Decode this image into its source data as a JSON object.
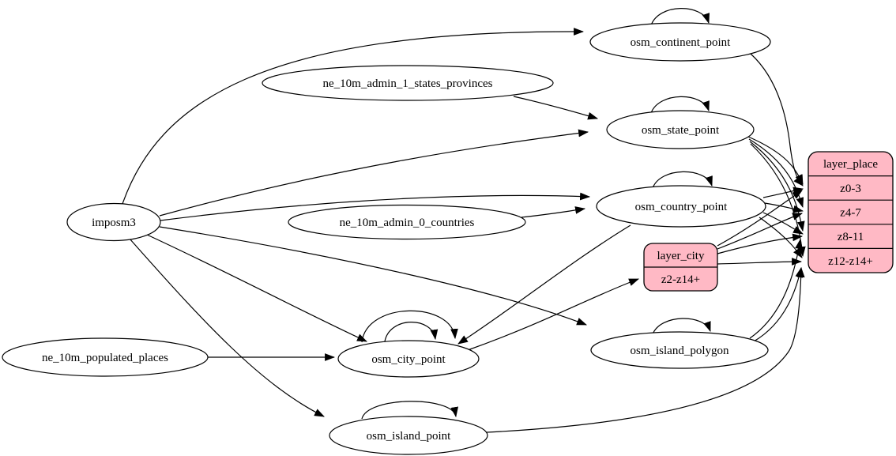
{
  "diagram": {
    "title": "place layer ETL graph",
    "colors": {
      "background": "#ffffff",
      "node_fill": "#ffffff",
      "node_stroke": "#000000",
      "record_fill": "#ffb9c5"
    }
  },
  "nodes": {
    "imposm3": {
      "label": "imposm3",
      "shape": "ellipse"
    },
    "ne_10m_admin_1_states_provinces": {
      "label": "ne_10m_admin_1_states_provinces",
      "shape": "ellipse"
    },
    "ne_10m_admin_0_countries": {
      "label": "ne_10m_admin_0_countries",
      "shape": "ellipse"
    },
    "ne_10m_populated_places": {
      "label": "ne_10m_populated_places",
      "shape": "ellipse"
    },
    "osm_continent_point": {
      "label": "osm_continent_point",
      "shape": "ellipse"
    },
    "osm_state_point": {
      "label": "osm_state_point",
      "shape": "ellipse"
    },
    "osm_country_point": {
      "label": "osm_country_point",
      "shape": "ellipse"
    },
    "osm_island_polygon": {
      "label": "osm_island_polygon",
      "shape": "ellipse"
    },
    "osm_city_point": {
      "label": "osm_city_point",
      "shape": "ellipse"
    },
    "osm_island_point": {
      "label": "osm_island_point",
      "shape": "ellipse"
    },
    "layer_city": {
      "title": "layer_city",
      "rows": [
        "z2-z14+"
      ],
      "shape": "record"
    },
    "layer_place": {
      "title": "layer_place",
      "rows": [
        "z0-3",
        "z4-7",
        "z8-11",
        "z12-z14+"
      ],
      "shape": "record"
    }
  },
  "edges": [
    {
      "from": "imposm3",
      "to": "osm_continent_point"
    },
    {
      "from": "imposm3",
      "to": "osm_state_point"
    },
    {
      "from": "imposm3",
      "to": "osm_country_point"
    },
    {
      "from": "imposm3",
      "to": "osm_city_point"
    },
    {
      "from": "imposm3",
      "to": "osm_island_polygon"
    },
    {
      "from": "imposm3",
      "to": "osm_island_point"
    },
    {
      "from": "ne_10m_admin_1_states_provinces",
      "to": "osm_state_point"
    },
    {
      "from": "ne_10m_admin_0_countries",
      "to": "osm_country_point"
    },
    {
      "from": "ne_10m_populated_places",
      "to": "osm_city_point"
    },
    {
      "from": "osm_continent_point",
      "to": "osm_continent_point",
      "self_loop": true
    },
    {
      "from": "osm_state_point",
      "to": "osm_state_point",
      "self_loop": true
    },
    {
      "from": "osm_country_point",
      "to": "osm_country_point",
      "self_loop": true
    },
    {
      "from": "osm_city_point",
      "to": "osm_city_point",
      "self_loop": true
    },
    {
      "from": "osm_city_point",
      "to": "osm_city_point",
      "self_loop": true
    },
    {
      "from": "osm_island_polygon",
      "to": "osm_island_polygon",
      "self_loop": true
    },
    {
      "from": "osm_island_point",
      "to": "osm_island_point",
      "self_loop": true
    },
    {
      "from": "osm_continent_point",
      "to": "layer_place",
      "to_row": "z0-3"
    },
    {
      "from": "osm_state_point",
      "to": "layer_place",
      "to_row": "z0-3"
    },
    {
      "from": "osm_state_point",
      "to": "layer_place",
      "to_row": "z4-7"
    },
    {
      "from": "osm_state_point",
      "to": "layer_place",
      "to_row": "z8-11"
    },
    {
      "from": "osm_state_point",
      "to": "layer_place",
      "to_row": "z12-z14+"
    },
    {
      "from": "osm_country_point",
      "to": "layer_place",
      "to_row": "z0-3"
    },
    {
      "from": "osm_country_point",
      "to": "layer_place",
      "to_row": "z4-7"
    },
    {
      "from": "osm_country_point",
      "to": "layer_place",
      "to_row": "z8-11"
    },
    {
      "from": "osm_country_point",
      "to": "layer_place",
      "to_row": "z12-z14+"
    },
    {
      "from": "osm_country_point",
      "to": "osm_city_point"
    },
    {
      "from": "osm_city_point",
      "to": "layer_city",
      "to_row": "z2-z14+"
    },
    {
      "from": "layer_city",
      "to": "layer_place",
      "to_row": "z0-3"
    },
    {
      "from": "layer_city",
      "to": "layer_place",
      "to_row": "z4-7"
    },
    {
      "from": "layer_city",
      "to": "layer_place",
      "to_row": "z8-11"
    },
    {
      "from": "layer_city",
      "to": "layer_place",
      "to_row": "z12-z14+"
    },
    {
      "from": "osm_island_polygon",
      "to": "layer_place",
      "to_row": "z8-11"
    },
    {
      "from": "osm_island_polygon",
      "to": "layer_place",
      "to_row": "z12-z14+"
    },
    {
      "from": "osm_island_point",
      "to": "layer_place",
      "to_row": "z12-z14+"
    }
  ]
}
